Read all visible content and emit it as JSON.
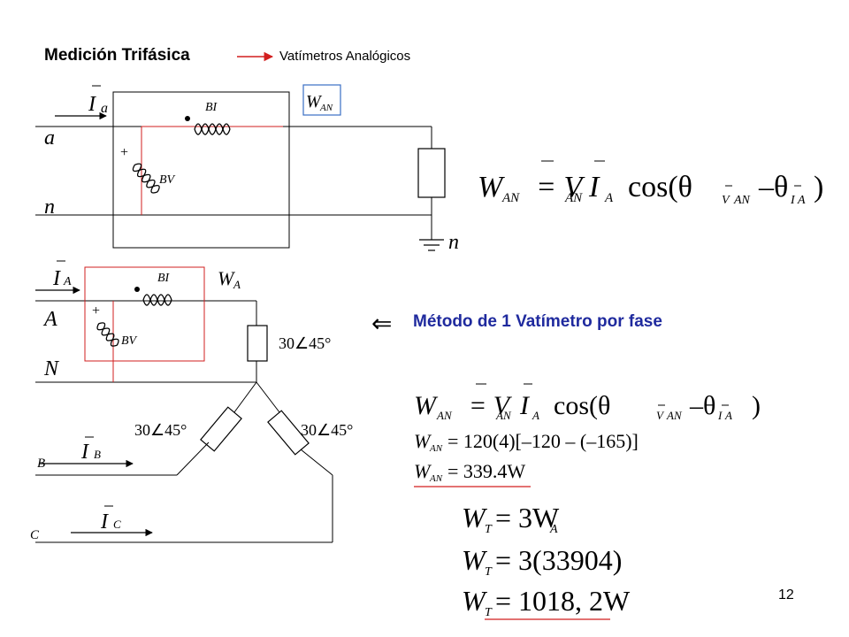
{
  "slide": {
    "title": "Medición Trifásica",
    "subtitle": "Vatímetros Analógicos",
    "method_label": "Método de 1 Vatímetro por fase",
    "page_number": "12"
  },
  "colors": {
    "wire": "#000000",
    "meter_wire": "#d21f1f",
    "method_text": "#1f2a9e",
    "arrow": "#d21f1f"
  },
  "circuit_top": {
    "current_label": "I",
    "current_sub": "a",
    "line_a": "a",
    "line_n": "n",
    "ground_n": "n",
    "coil_current": "BI",
    "coil_voltage": "BV",
    "plus": "+",
    "meter_label": "W",
    "meter_sub": "AN"
  },
  "circuit_bottom": {
    "current_A": "I",
    "current_A_sub": "A",
    "line_A": "A",
    "line_N": "N",
    "coil_current": "BI",
    "coil_voltage": "BV",
    "plus": "+",
    "meter_label": "W",
    "meter_sub": "A",
    "impedance_a": "30∠45°",
    "impedance_b": "30∠45°",
    "impedance_c": "30∠45°",
    "current_B": "I",
    "current_B_sub": "B",
    "line_B": "B",
    "current_C": "I",
    "current_C_sub": "C",
    "line_C": "C"
  },
  "equations": {
    "main": {
      "lhs": "W",
      "lhs_sub": "AN",
      "rhs1": "= V",
      "rhs1_sub": "AN",
      "rhs2": "I",
      "rhs2_sub": "A",
      "rhs3": "cos(θ",
      "rhs3_sub": "V",
      "rhs3_sub2": "AN",
      "rhs4": "–θ",
      "rhs4_sub": "I",
      "rhs4_sub2": "A",
      "close": ")"
    },
    "line2": "W",
    "line2_sub": "AN",
    "line2_rhs": "= 120(4)[–120 – (–165)]",
    "line3": "W",
    "line3_sub": "AN",
    "line3_rhs": "= 339.4W",
    "total1": "= 3W",
    "total1_sub": "A",
    "total2": "= 3(33904)",
    "total3": "= 1018, 2W",
    "total_label": "W",
    "total_sub": "T",
    "arrow_left": "⇐"
  }
}
